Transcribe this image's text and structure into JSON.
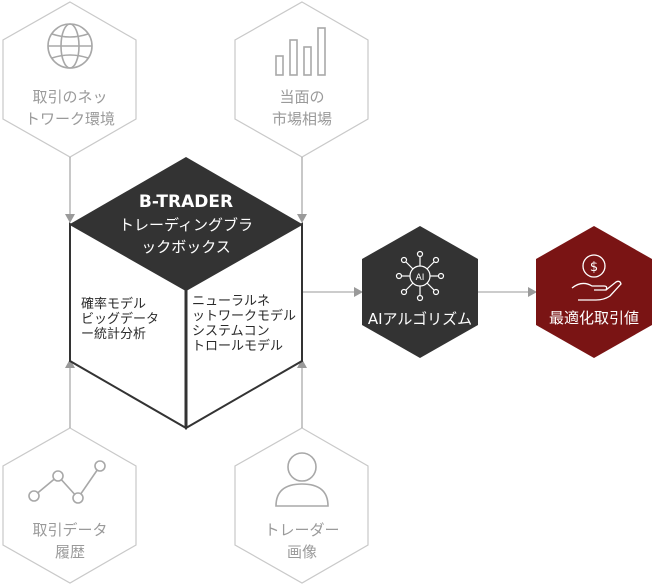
{
  "inputs": {
    "network": {
      "line1": "取引のネッ",
      "line2": "トワーク環境",
      "icon": "globe-icon"
    },
    "market": {
      "line1": "当面の",
      "line2": "市場相場",
      "icon": "bar-chart-icon"
    },
    "history": {
      "line1": "取引データ",
      "line2": "履歴",
      "icon": "line-chart-icon"
    },
    "trader": {
      "line1": "トレーダー",
      "line2": "画像",
      "icon": "person-icon"
    }
  },
  "blackbox": {
    "title": "B-TRADER",
    "subtitle1": "トレーディングブラ",
    "subtitle2": "ックボックス",
    "left_lines": [
      "確率モデル",
      "ビッグデータ",
      "ー統計分析"
    ],
    "right_lines": [
      "ニューラルネ",
      "ットワークモデル",
      "システムコン",
      "トロールモデル"
    ]
  },
  "ai": {
    "label": "AIアルゴリズム",
    "badge": "AI",
    "icon": "ai-network-icon"
  },
  "result": {
    "label": "最適化取引値",
    "icon": "hand-dollar-icon"
  },
  "colors": {
    "dark": "#333333",
    "red": "#7a1414",
    "gray": "#9a9a9a",
    "outline": "#c9c9c9"
  }
}
